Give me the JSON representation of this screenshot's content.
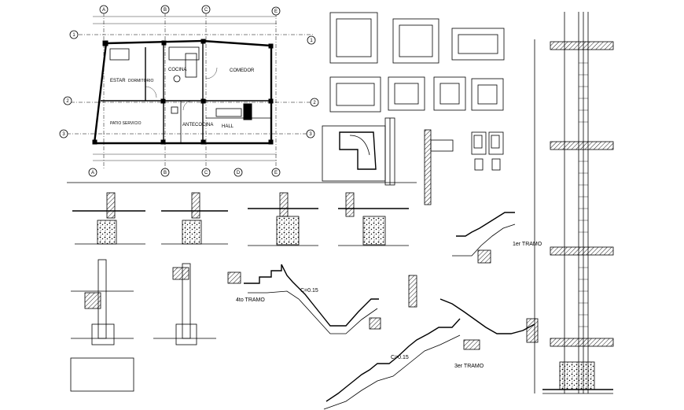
{
  "plan": {
    "axes_letters": [
      "A",
      "B",
      "C",
      "D",
      "E"
    ],
    "axes_numbers": [
      "1",
      "2",
      "3"
    ],
    "rooms": {
      "estar": "ESTAR",
      "dormitorio": "DORMITORIO",
      "cocina": "COCINA",
      "comedor": "COMEDOR",
      "antecocina": "ANTECOCINA",
      "hall": "HALL",
      "patio": "PATIO SERVICIO"
    }
  },
  "stairs": {
    "tramo1": "1er TRAMO",
    "tramo3": "3er TRAMO",
    "tramo4": "4to TRAMO",
    "step_tag": "C=0.15"
  }
}
